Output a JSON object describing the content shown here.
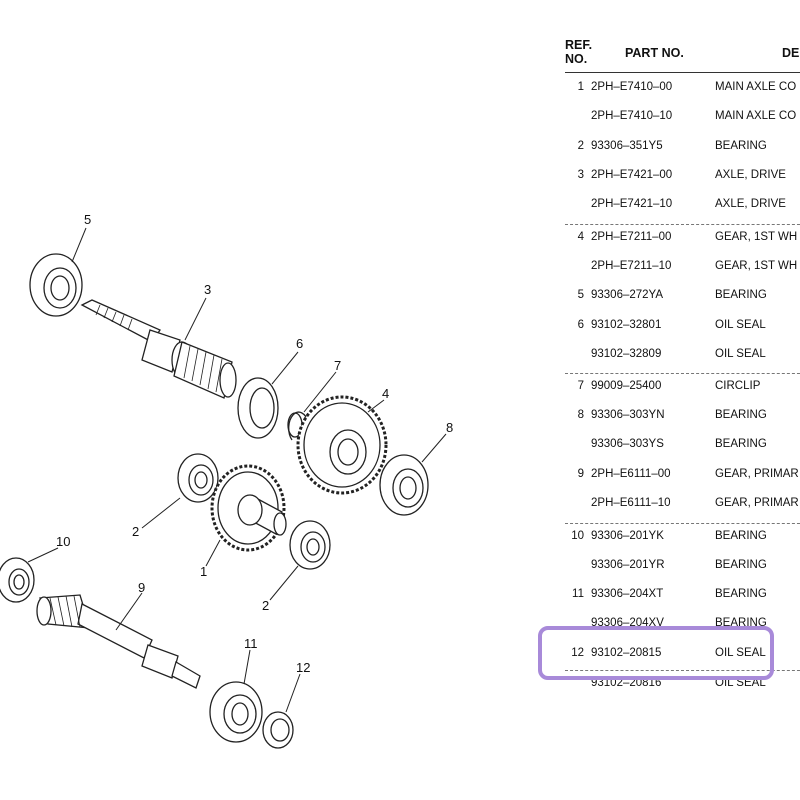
{
  "diagram": {
    "callouts": [
      "5",
      "3",
      "6",
      "7",
      "4",
      "8",
      "2",
      "1",
      "2",
      "10",
      "9",
      "11",
      "12"
    ]
  },
  "parts_table": {
    "headers": {
      "ref": "REF. NO.",
      "part_no": "PART NO.",
      "description": "DE"
    },
    "rows": [
      {
        "ref": "1",
        "part_no": "2PH–E7410–00",
        "description": "MAIN AXLE CO"
      },
      {
        "ref": "",
        "part_no": "2PH–E7410–10",
        "description": "MAIN AXLE CO"
      },
      {
        "ref": "2",
        "part_no": "93306–351Y5",
        "description": "BEARING"
      },
      {
        "ref": "3",
        "part_no": "2PH–E7421–00",
        "description": "AXLE, DRIVE"
      },
      {
        "ref": "",
        "part_no": "2PH–E7421–10",
        "description": "AXLE, DRIVE"
      },
      {
        "ref": "4",
        "part_no": "2PH–E7211–00",
        "description": "GEAR, 1ST WH"
      },
      {
        "ref": "",
        "part_no": "2PH–E7211–10",
        "description": "GEAR, 1ST WH"
      },
      {
        "ref": "5",
        "part_no": "93306–272YA",
        "description": "BEARING"
      },
      {
        "ref": "6",
        "part_no": "93102–32801",
        "description": "OIL SEAL"
      },
      {
        "ref": "",
        "part_no": "93102–32809",
        "description": "OIL SEAL"
      },
      {
        "ref": "7",
        "part_no": "99009–25400",
        "description": "CIRCLIP"
      },
      {
        "ref": "8",
        "part_no": "93306–303YN",
        "description": "BEARING"
      },
      {
        "ref": "",
        "part_no": "93306–303YS",
        "description": "BEARING"
      },
      {
        "ref": "9",
        "part_no": "2PH–E6111–00",
        "description": "GEAR, PRIMAR"
      },
      {
        "ref": "",
        "part_no": "2PH–E6111–10",
        "description": "GEAR, PRIMAR"
      },
      {
        "ref": "10",
        "part_no": "93306–201YK",
        "description": "BEARING"
      },
      {
        "ref": "",
        "part_no": "93306–201YR",
        "description": "BEARING"
      },
      {
        "ref": "11",
        "part_no": "93306–204XT",
        "description": "BEARING"
      },
      {
        "ref": "",
        "part_no": "93306–204XV",
        "description": "BEARING"
      },
      {
        "ref": "12",
        "part_no": "93102–20815",
        "description": "OIL SEAL"
      },
      {
        "ref": "",
        "part_no": "93102–20816",
        "description": "OIL SEAL"
      }
    ]
  },
  "highlight": {
    "color": "#a88ad9"
  }
}
